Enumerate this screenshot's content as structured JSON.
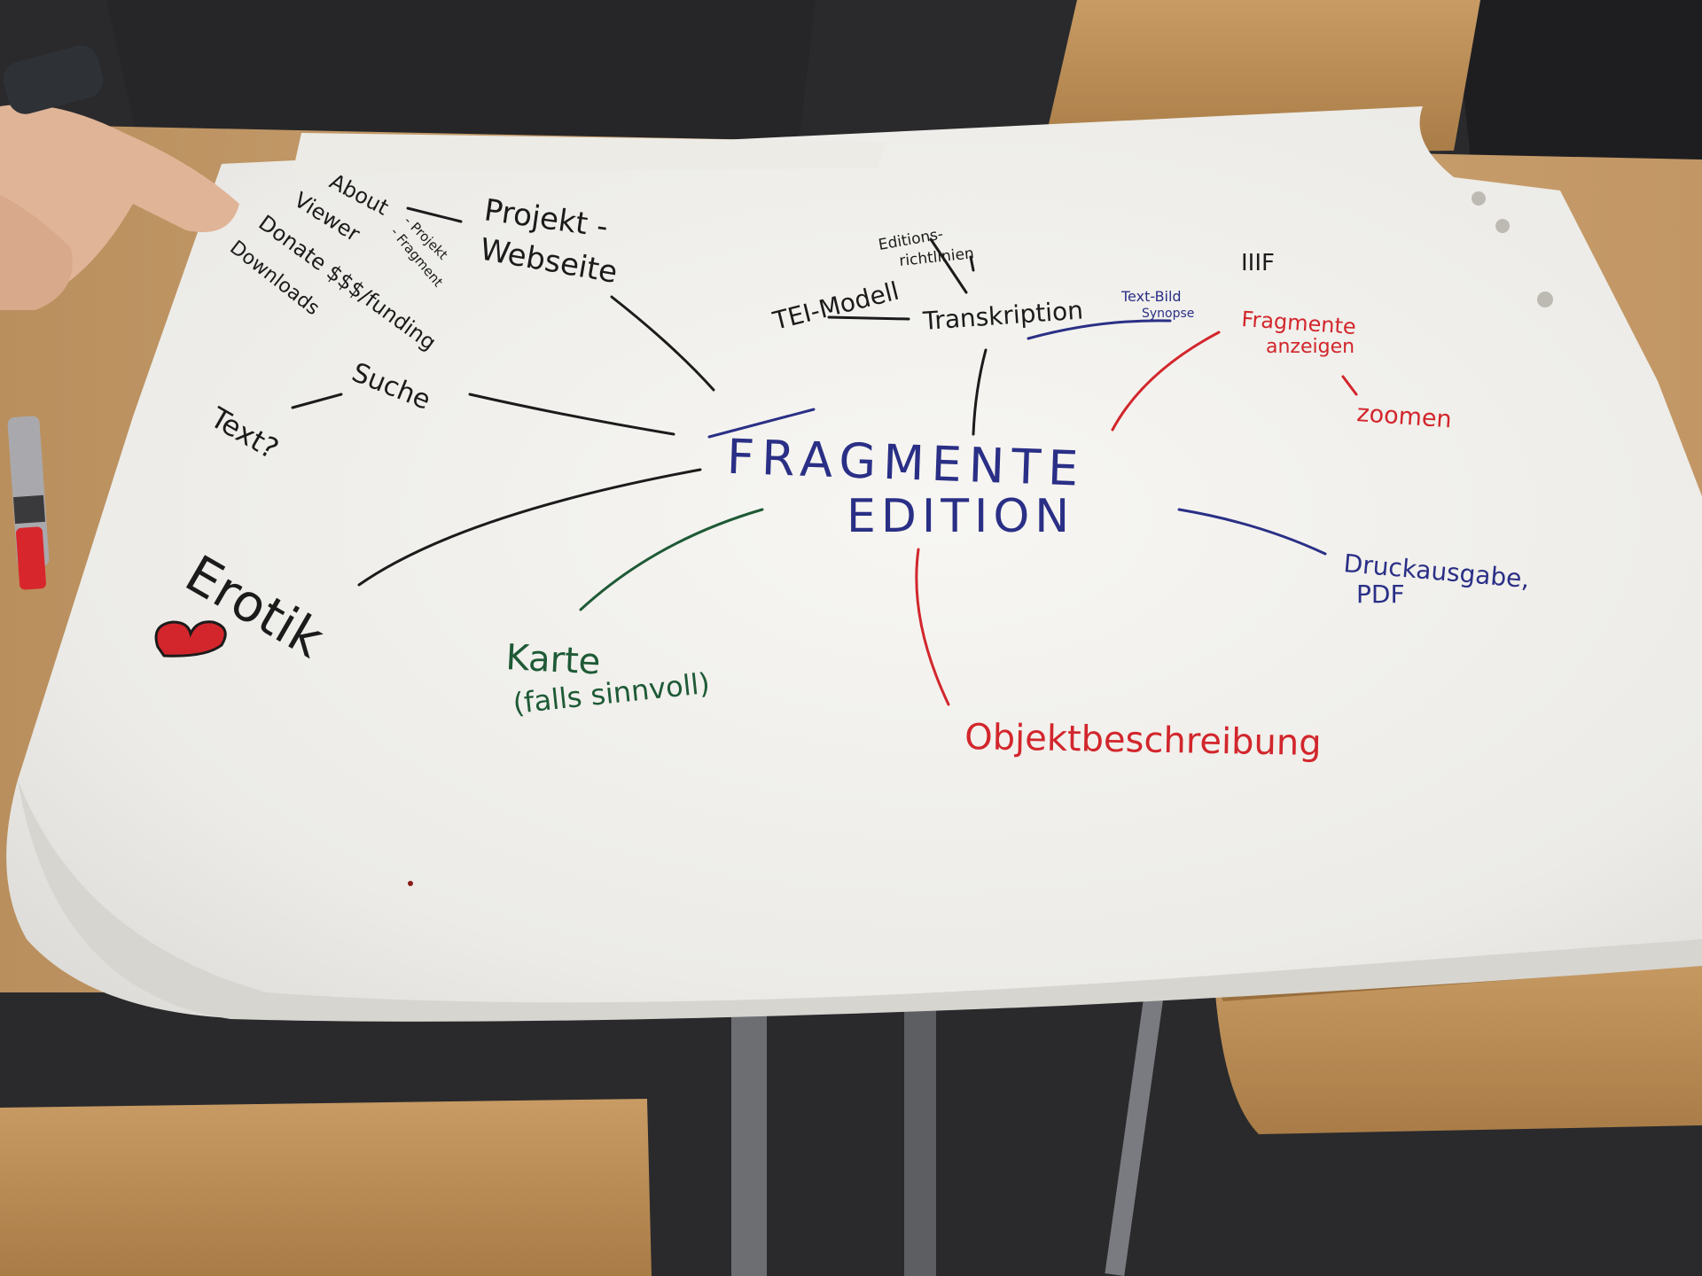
{
  "mindmap": {
    "center": {
      "line1": "FRAGMENTE",
      "line2": "EDITION"
    },
    "branches": {
      "projekt_webseite": {
        "line1": "Projekt -",
        "line2": "Webseite"
      },
      "website_list": {
        "about": "About",
        "viewer": "Viewer",
        "donate": "Donate $$$/funding",
        "downloads": "Downloads",
        "projekt_note": "- Projekt",
        "fragment_note": "- Fragment"
      },
      "suche": "Suche",
      "text_q": "Text?",
      "tei_modell": "TEI-Modell",
      "editionsrichtlinien": {
        "line1": "Editions-",
        "line2": "richtlinien"
      },
      "transkription": "Transkription",
      "text_bild": {
        "line1": "Text-Bild",
        "line2": "Synopse"
      },
      "iiif": "IIIF",
      "fragmente_anzeigen": {
        "line1": "Fragmente",
        "line2": "anzeigen"
      },
      "zoomen": "zoomen",
      "druckausgabe": {
        "line1": "Druckausgabe,",
        "line2": "PDF"
      },
      "objektbeschreibung": "Objektbeschreibung",
      "karte": {
        "line1": "Karte",
        "line2": "(falls sinnvoll)"
      },
      "erotik": "Erotik"
    }
  },
  "icons": {
    "heart": "heart-icon",
    "marker": "marker-pen-icon"
  },
  "colors": {
    "paper": "#f3f2ee",
    "table": "#c49a66",
    "ink_black": "#1b1b1b",
    "ink_blue": "#2a2f86",
    "ink_red": "#d2262c",
    "ink_green": "#1e5a36"
  }
}
